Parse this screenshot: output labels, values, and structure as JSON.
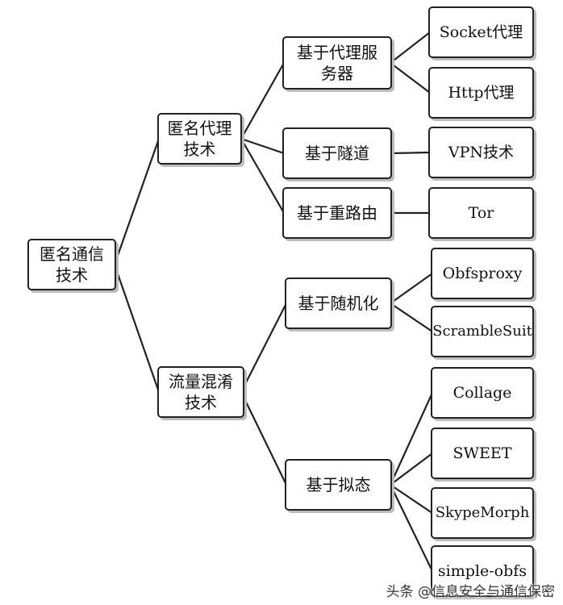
{
  "diagram": {
    "root": {
      "label": "匿名通信\n技术"
    },
    "categories": [
      {
        "label": "匿名代理\n技术"
      },
      {
        "label": "流量混淆\n技术"
      }
    ],
    "methods": [
      {
        "label": "基于代理服\n务器"
      },
      {
        "label": "基于隧道"
      },
      {
        "label": "基于重路由"
      },
      {
        "label": "基于随机化"
      },
      {
        "label": "基于拟态"
      }
    ],
    "leaves": [
      {
        "label": "Socket代理"
      },
      {
        "label": "Http代理"
      },
      {
        "label": "VPN技术"
      },
      {
        "label": "Tor"
      },
      {
        "label": "Obfsproxy"
      },
      {
        "label": "ScrambleSuit"
      },
      {
        "label": "Collage"
      },
      {
        "label": "SWEET"
      },
      {
        "label": "SkypeMorph"
      },
      {
        "label": "simple-obfs"
      }
    ]
  },
  "watermark": "头条 @信息安全与通信保密"
}
